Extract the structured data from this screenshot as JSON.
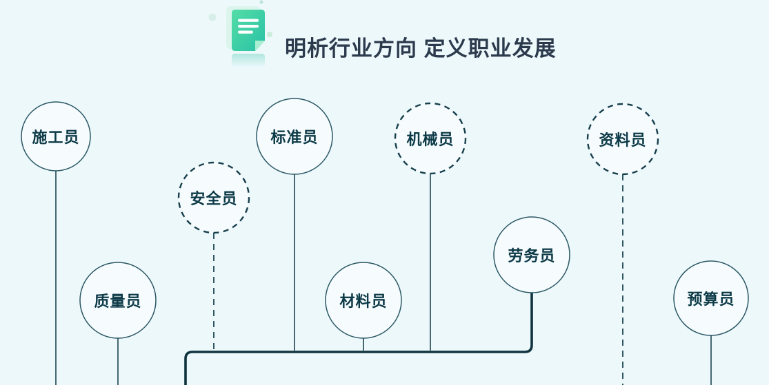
{
  "header": {
    "title": "明析行业方向 定义职业发展",
    "icon": "document-icon",
    "title_color": "#2b3a4c",
    "icon_gradient_start": "#54dda7",
    "icon_gradient_end": "#29c1a5"
  },
  "page": {
    "background_color": "#edf8fb",
    "line_color": "#1c4450",
    "thick_line_color": "#10343f",
    "node_fill_color": "#f6fcfe",
    "node_text_color": "#0d3a47"
  },
  "diagram": {
    "nodes": [
      {
        "label": "施工员",
        "style": "solid"
      },
      {
        "label": "安全员",
        "style": "dashed"
      },
      {
        "label": "标准员",
        "style": "solid"
      },
      {
        "label": "机械员",
        "style": "dashed"
      },
      {
        "label": "资料员",
        "style": "dashed"
      },
      {
        "label": "质量员",
        "style": "solid"
      },
      {
        "label": "材料员",
        "style": "solid"
      },
      {
        "label": "劳务员",
        "style": "solid"
      },
      {
        "label": "预算员",
        "style": "solid"
      }
    ]
  }
}
